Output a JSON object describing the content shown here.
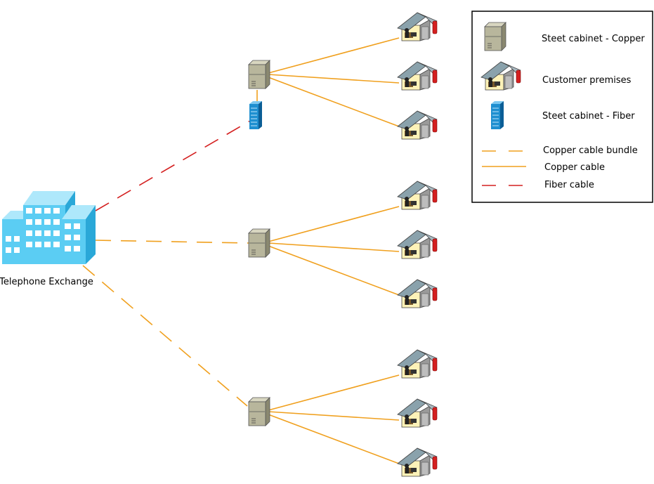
{
  "exchange": {
    "label": "Telephone Exchange",
    "icon": "office-building-icon",
    "color": "#5bcdf3"
  },
  "legend": {
    "items": [
      {
        "icon": "copper-street-cabinet-icon",
        "label": "Steet cabinet - Copper"
      },
      {
        "icon": "customer-premises-house-icon",
        "label": "Customer premises"
      },
      {
        "icon": "fiber-street-cabinet-icon",
        "label": "Steet cabinet - Fiber"
      },
      {
        "line": "dashed",
        "color": "#f0a01e",
        "label": "Copper cable bundle"
      },
      {
        "line": "solid",
        "color": "#f0a01e",
        "label": "Copper cable"
      },
      {
        "line": "dashed",
        "color": "#d42020",
        "label": "Fiber cable"
      }
    ]
  },
  "colors": {
    "copper": "#f0a01e",
    "fiber": "#d42020",
    "cabinet_copper": "#b8b69c",
    "cabinet_fiber": "#1e8fd0"
  },
  "groups": [
    {
      "feed": "Fiber cable",
      "fiber_cabinet": true,
      "premises_count": 3
    },
    {
      "feed": "Copper cable bundle",
      "fiber_cabinet": false,
      "premises_count": 3
    },
    {
      "feed": "Copper cable bundle",
      "fiber_cabinet": false,
      "premises_count": 3
    }
  ]
}
